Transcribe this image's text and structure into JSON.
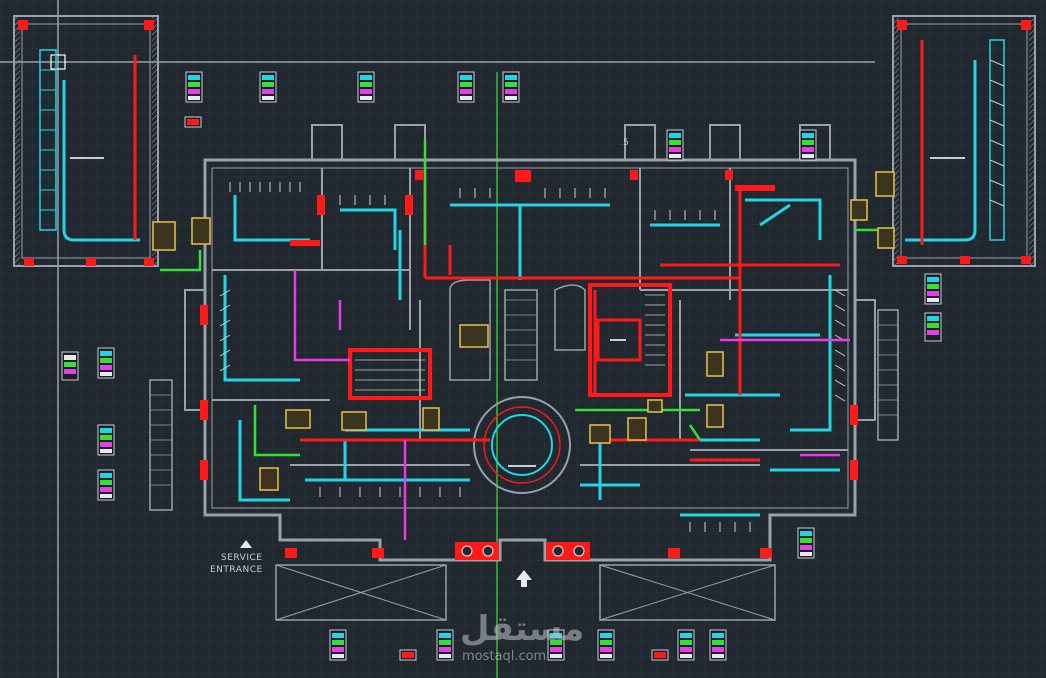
{
  "labels": {
    "service_entrance_line1": "SERVICE",
    "service_entrance_line2": "ENTRANCE",
    "marker_5": "5"
  },
  "watermark": {
    "arabic": "مستقل",
    "latin": "mostaql.com"
  },
  "colors": {
    "background": "#212830",
    "grid": "#2b333d",
    "wall": "#9aa1ab",
    "duct_cyan": "#22d4e6",
    "pipe_red": "#ff1a1a",
    "pipe_magenta": "#e83ce8",
    "pipe_green": "#33e033",
    "unit_yellow": "#e8c24a",
    "accent_white": "#e6e9ee"
  }
}
